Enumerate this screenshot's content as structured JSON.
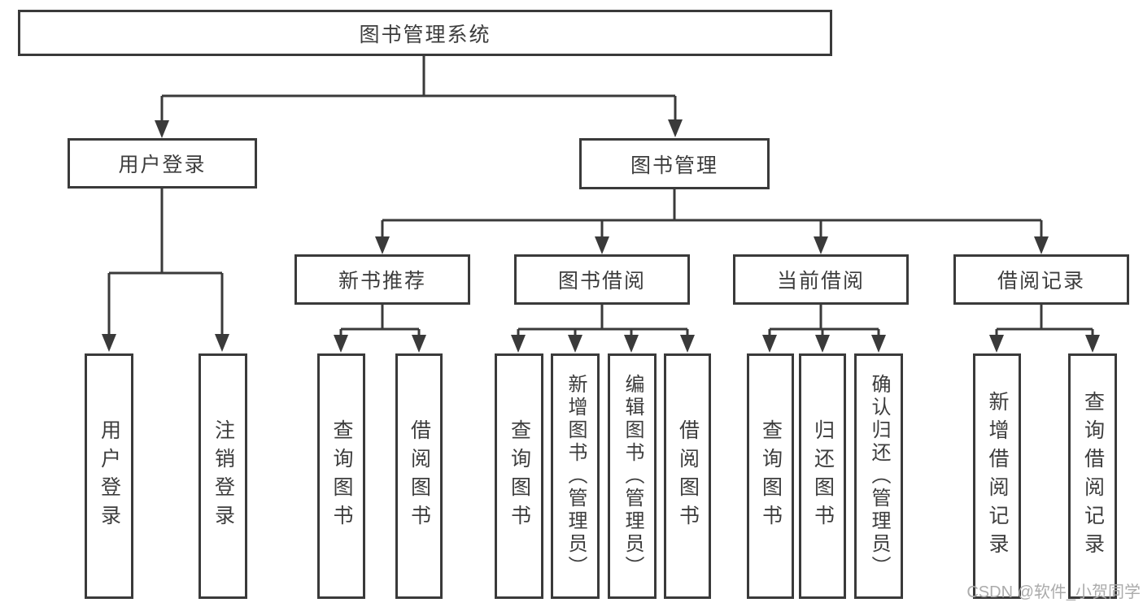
{
  "tree": {
    "root": {
      "label": "图书管理系统"
    },
    "branches": [
      {
        "label": "用户登录",
        "children": [
          {
            "label": "用户登录"
          },
          {
            "label": "注销登录"
          }
        ]
      },
      {
        "label": "图书管理",
        "children": [
          {
            "label": "新书推荐",
            "children": [
              {
                "label": "查询图书"
              },
              {
                "label": "借阅图书"
              }
            ]
          },
          {
            "label": "图书借阅",
            "children": [
              {
                "label": "查询图书"
              },
              {
                "label": "新增图书（管理员）"
              },
              {
                "label": "编辑图书（管理员）"
              },
              {
                "label": "借阅图书"
              }
            ]
          },
          {
            "label": "当前借阅",
            "children": [
              {
                "label": "查询图书"
              },
              {
                "label": "归还图书"
              },
              {
                "label": "确认归还（管理员）"
              }
            ]
          },
          {
            "label": "借阅记录",
            "children": [
              {
                "label": "新增借阅记录"
              },
              {
                "label": "查询借阅记录"
              }
            ]
          }
        ]
      }
    ]
  },
  "watermark": "CSDN @软件_小贺同学",
  "colors": {
    "line": "#3a3a3a",
    "text": "#3d3d3d",
    "watermark": "#ababab",
    "background": "#ffffff"
  }
}
